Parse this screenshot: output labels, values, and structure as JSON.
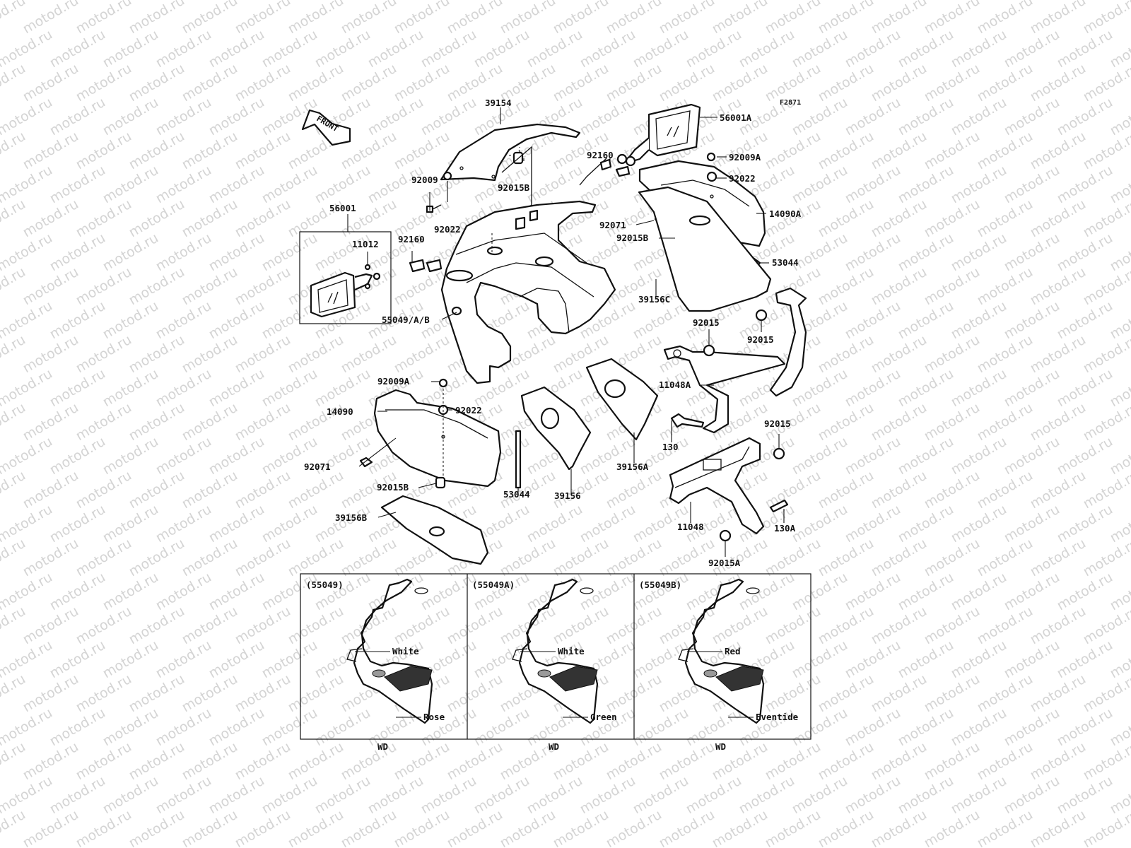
{
  "diagram_code": "F2871",
  "front_arrow": "FRONT",
  "watermark_text": "motod.ru",
  "parts": {
    "p39154": "39154",
    "p56001A": "56001A",
    "p92009A_top": "92009A",
    "p92022_top": "92022",
    "p92160_r": "92160",
    "p92009": "92009",
    "p92015B_top": "92015B",
    "p92022_l": "92022",
    "p14090A": "14090A",
    "p56001": "56001",
    "p11012": "11012",
    "p92160_l": "92160",
    "p92071_r": "92071",
    "p92015B_r": "92015B",
    "p53044_r": "53044",
    "p39156C": "39156C",
    "p55049AB": "55049/A/B",
    "p92015_a": "92015",
    "p92015_b": "92015",
    "p11048A": "11048A",
    "p92009A_l": "92009A",
    "p92022_mid": "92022",
    "p14090": "14090",
    "p92015_c": "92015",
    "p130": "130",
    "p92071_l": "92071",
    "p39156A": "39156A",
    "p92015B_l": "92015B",
    "p53044_l": "53044",
    "p39156": "39156",
    "p11048": "11048",
    "p130A": "130A",
    "p39156B": "39156B",
    "p92015A": "92015A"
  },
  "variants": [
    {
      "code": "(55049)",
      "upper_color": "White",
      "lower_color": "Rose",
      "market": "WD"
    },
    {
      "code": "(55049A)",
      "upper_color": "White",
      "lower_color": "Green",
      "market": "WD"
    },
    {
      "code": "(55049B)",
      "upper_color": "Red",
      "lower_color": "Eventide",
      "market": "WD"
    }
  ]
}
